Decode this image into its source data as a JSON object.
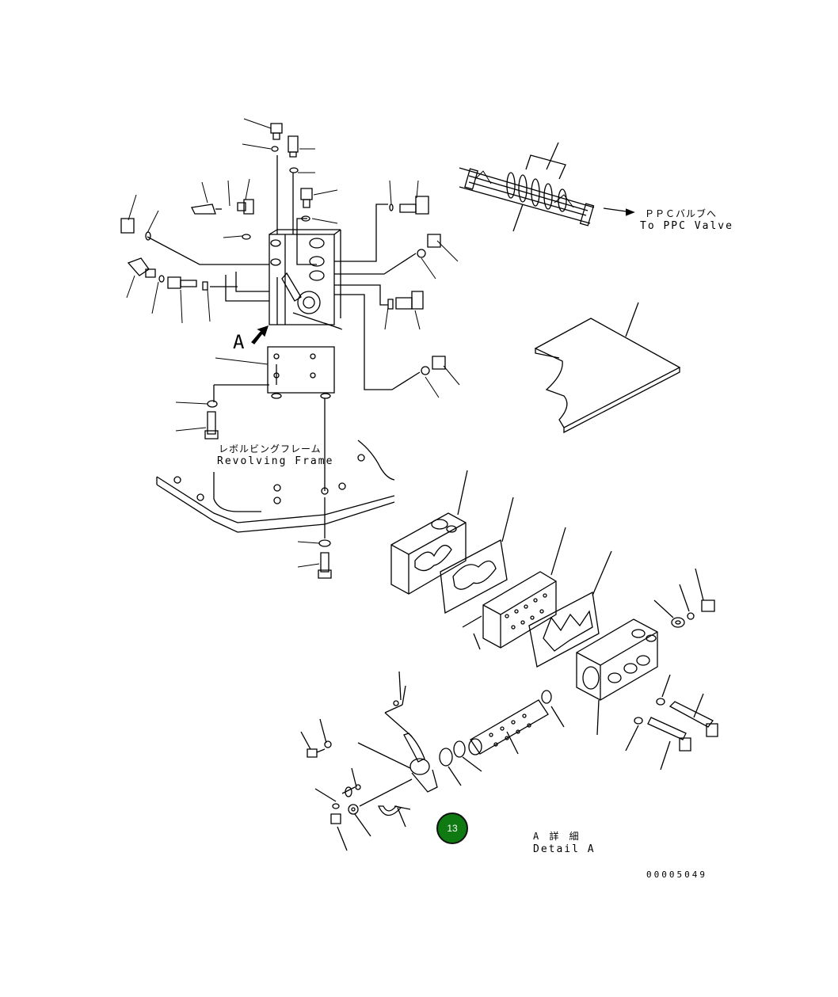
{
  "labels": {
    "view_letter": "A",
    "ppc_jp": "ＰＰＣバルブへ",
    "ppc_en": "To PPC Valve",
    "frame_jp": "レボルビングフレーム",
    "frame_en": "Revolving Frame",
    "detail_jp": "A 詳 細",
    "detail_en": "Detail A",
    "drawing_no": "00005049"
  },
  "badge": {
    "number": "13",
    "color": "#0f7a12"
  }
}
